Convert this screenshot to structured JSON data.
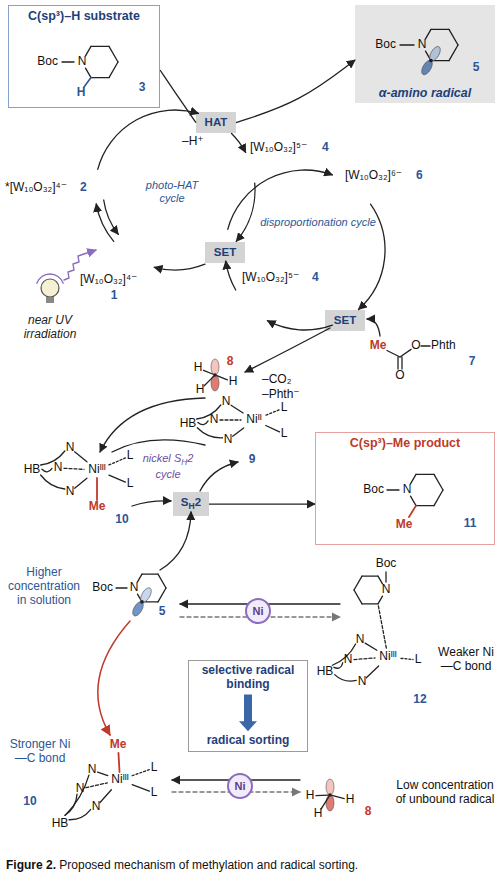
{
  "diagram": {
    "caption": "Figure 2. Proposed mechanism of methylation and radical sorting.",
    "nodes": [
      {
        "text": [
          "C(sp³)–H substrate"
        ]
      },
      {
        "text": [
          "α-amino radical"
        ]
      },
      {
        "text": [
          "HAT"
        ]
      },
      {
        "text": [
          "SET"
        ]
      },
      {
        "text": [
          "SET"
        ]
      },
      {
        "text": [
          "C(sp³)–Me product"
        ]
      },
      {
        "text": [
          "SH2"
        ]
      },
      {
        "text": [
          "Ni"
        ]
      },
      {
        "text": [
          "selective radical binding",
          "radical sorting"
        ]
      },
      {
        "text": [
          "Ni"
        ]
      }
    ],
    "edges": [
      {
        "from": 0,
        "to": 2,
        "arrow": "none"
      },
      {
        "from": 2,
        "to": 1,
        "arrow": "to"
      },
      {
        "from": 6,
        "to": 5,
        "arrow": "to"
      }
    ],
    "labels": [
      "N",
      "Boc",
      "H",
      "3",
      "N",
      "Boc",
      "5",
      "–H⁺",
      "[W₁₀O₃₂]⁵⁻",
      "4",
      "*[W₁₀O₃₂]⁴⁻",
      "2",
      "photo-HAT cycle",
      "[W₁₀O₃₂]⁶⁻",
      "6",
      "disproportionation cycle",
      "[W₁₀O₃₂]⁴⁻",
      "1",
      "[W₁₀O₃₂]⁵⁻",
      "4",
      "near UV irradiation",
      "H",
      "H",
      "H",
      "8",
      "–CO₂",
      "–Phth⁻",
      "Me",
      "O",
      "Phth",
      "O",
      "7",
      "nickel SH2 cycle",
      "HB",
      "N",
      "N",
      "N",
      "Niᴵᴵ",
      "L",
      "L",
      "9",
      "HB",
      "N",
      "N",
      "N",
      "Niᴵᴵᴵ",
      "L",
      "L",
      "Me",
      "10",
      "N",
      "Boc",
      "Me",
      "11",
      "Higher concentration in solution",
      "N",
      "Boc",
      "5",
      "N",
      "Boc",
      "HB",
      "N",
      "N",
      "N",
      "Niᴵᴵᴵ",
      "L",
      "12",
      "Weaker Ni—C bond",
      "Stronger Ni—C bond",
      "Me",
      "HB",
      "N",
      "N",
      "N",
      "Niᴵᴵᴵ",
      "L",
      "L",
      "10",
      "Low concentration of unbound radical",
      "H",
      "H",
      "H",
      "8"
    ]
  }
}
